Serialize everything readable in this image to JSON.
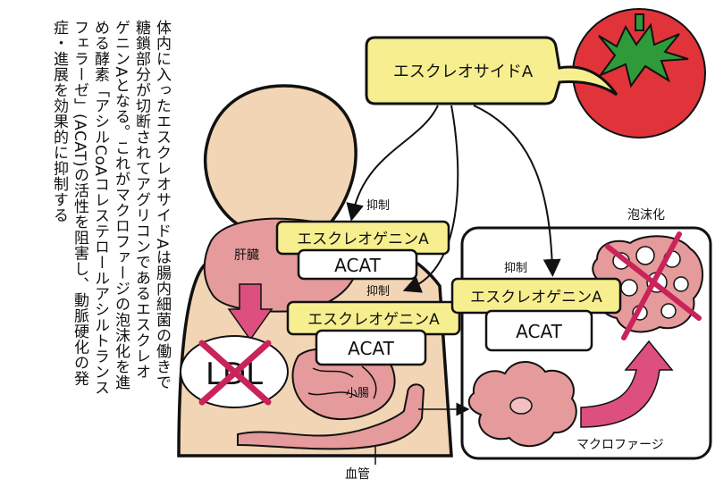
{
  "caption": {
    "text": "体内に入ったエスクレオサイドAは腸内細菌の働きで\n糖鎖部分が切断されてアグリコンであるエスクレオ\nゲニンAとなる。これがマクロファージの泡沫化を進\nめる酵素「アシルCoAコレステロールアシルトランス\nフェラーゼ」(ACAT)の活性を阻害し、動脈硬化の発\n症・進展を効果的に抑制する"
  },
  "diagram": {
    "top_box": "エスクレオサイドA",
    "liver_label": "肝臓",
    "intestine_label": "小腸",
    "vessel_label": "血管",
    "macrophage_label": "マクロファージ",
    "foam_label": "泡沫化",
    "inhibit_1": "抑制",
    "inhibit_2": "抑制",
    "inhibit_3": "抑制",
    "ldl_label": "LDL",
    "boxes": [
      {
        "agent": "エスクレオゲニンA",
        "enzyme": "ACAT"
      },
      {
        "agent": "エスクレオゲニンA",
        "enzyme": "ACAT"
      },
      {
        "agent": "エスクレオゲニンA",
        "enzyme": "ACAT"
      }
    ]
  },
  "colors": {
    "skin": "#f2d5b4",
    "organ": "#e59a9b",
    "yellow_box": "#f7ef8f",
    "tomato": "#e0343a",
    "leaf": "#2f9a3a",
    "arrow_pink": "#dd4f7e",
    "cross": "#c9245a"
  }
}
